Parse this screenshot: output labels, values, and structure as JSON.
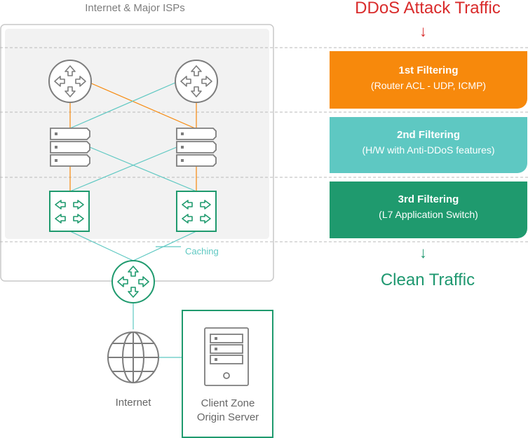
{
  "diagram": {
    "isp_title": "Internet & Major ISPs",
    "attack_title": "DDoS Attack Traffic",
    "clean_title": "Clean Traffic",
    "arrow_glyph": "↓",
    "caching_label": "Caching",
    "internet_label": "Internet",
    "client_label_line1": "Client Zone",
    "client_label_line2": "Origin Server",
    "filters": [
      {
        "title": "1st Filtering",
        "subtitle": "(Router ACL - UDP, ICMP)",
        "color": "#f7890c"
      },
      {
        "title": "2nd Filtering",
        "subtitle": "(H/W with Anti-DDoS features)",
        "color": "#5ec8c2"
      },
      {
        "title": "3rd Filtering",
        "subtitle": "(L7 Application Switch)",
        "color": "#1f9a6e"
      }
    ]
  },
  "colors": {
    "attack": "#d92b2b",
    "orange_link": "#f7890c",
    "teal_link": "#5ec8c2",
    "green": "#1f9a6e",
    "gray_device": "#7d7d7d"
  },
  "icons": [
    "router-icon",
    "server-stack-icon",
    "l7-switch-icon",
    "globe-icon",
    "origin-server-icon"
  ]
}
